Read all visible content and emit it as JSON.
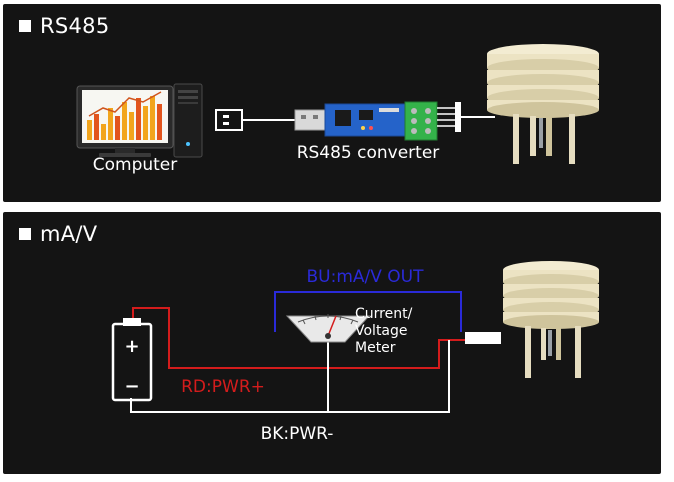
{
  "rs485_panel": {
    "heading": "RS485",
    "computer_label": "Computer",
    "converter_label": "RS485 converter"
  },
  "analog_panel": {
    "heading": "mA/V",
    "signal_label": "BU:mA/V OUT",
    "power_positive_label": "RD:PWR+",
    "power_negative_label": "BK:PWR-",
    "meter_label_line1": "Current/",
    "meter_label_line2": "Voltage",
    "meter_label_line3": "Meter",
    "battery_plus": "+",
    "battery_minus": "−"
  },
  "colors": {
    "panel_background": "#141414",
    "signal_wire": "#2a2ad8",
    "positive_wire": "#d41c1c",
    "negative_wire": "#ffffff",
    "sensor_body": "#ece3c3",
    "converter_board": "#2563c9",
    "terminal_block": "#34b24a",
    "bar_chart": "#f2a51c"
  },
  "icons": [
    "computer-icon",
    "usb-plug-icon",
    "rs485-converter-icon",
    "sensor-icon",
    "battery-icon",
    "meter-icon"
  ]
}
